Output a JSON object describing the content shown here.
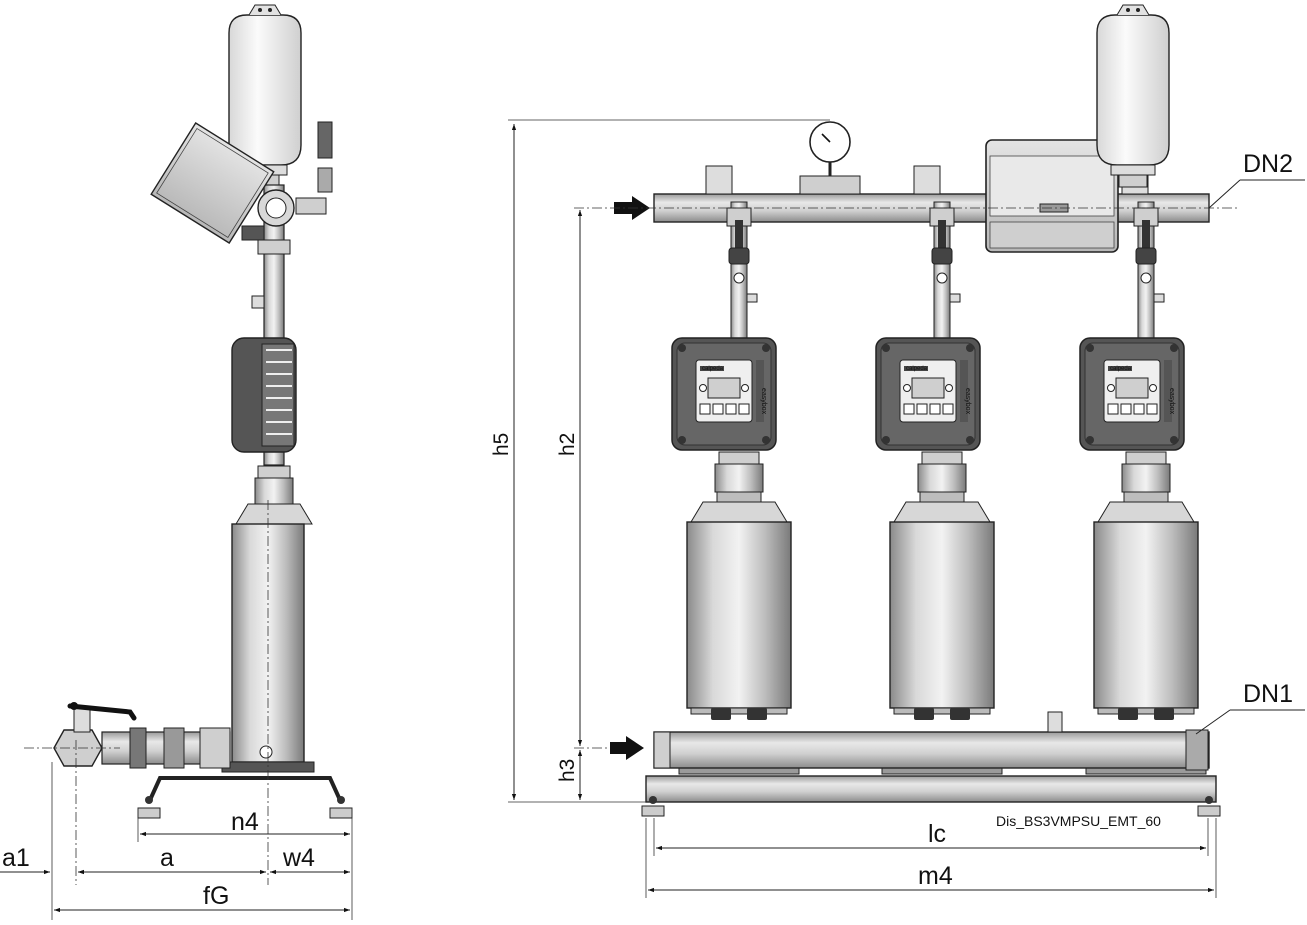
{
  "labels": {
    "a1": "a1",
    "a": "a",
    "w4": "w4",
    "fG": "fG",
    "n4": "n4",
    "h5": "h5",
    "h2": "h2",
    "h3": "h3",
    "dn1": "DN1",
    "dn2": "DN2",
    "lc": "lc",
    "m4": "m4",
    "drawing_ref": "Dis_BS3VMPSU_EMT_60"
  },
  "panel": {
    "brand": "calpeda",
    "vertical_text": "easybox"
  },
  "colors": {
    "steel_light": "#e6e6e6",
    "steel_mid": "#b4b4b4",
    "steel_dark": "#7d7d7d",
    "housing_dark": "#505050",
    "line": "#222222"
  }
}
